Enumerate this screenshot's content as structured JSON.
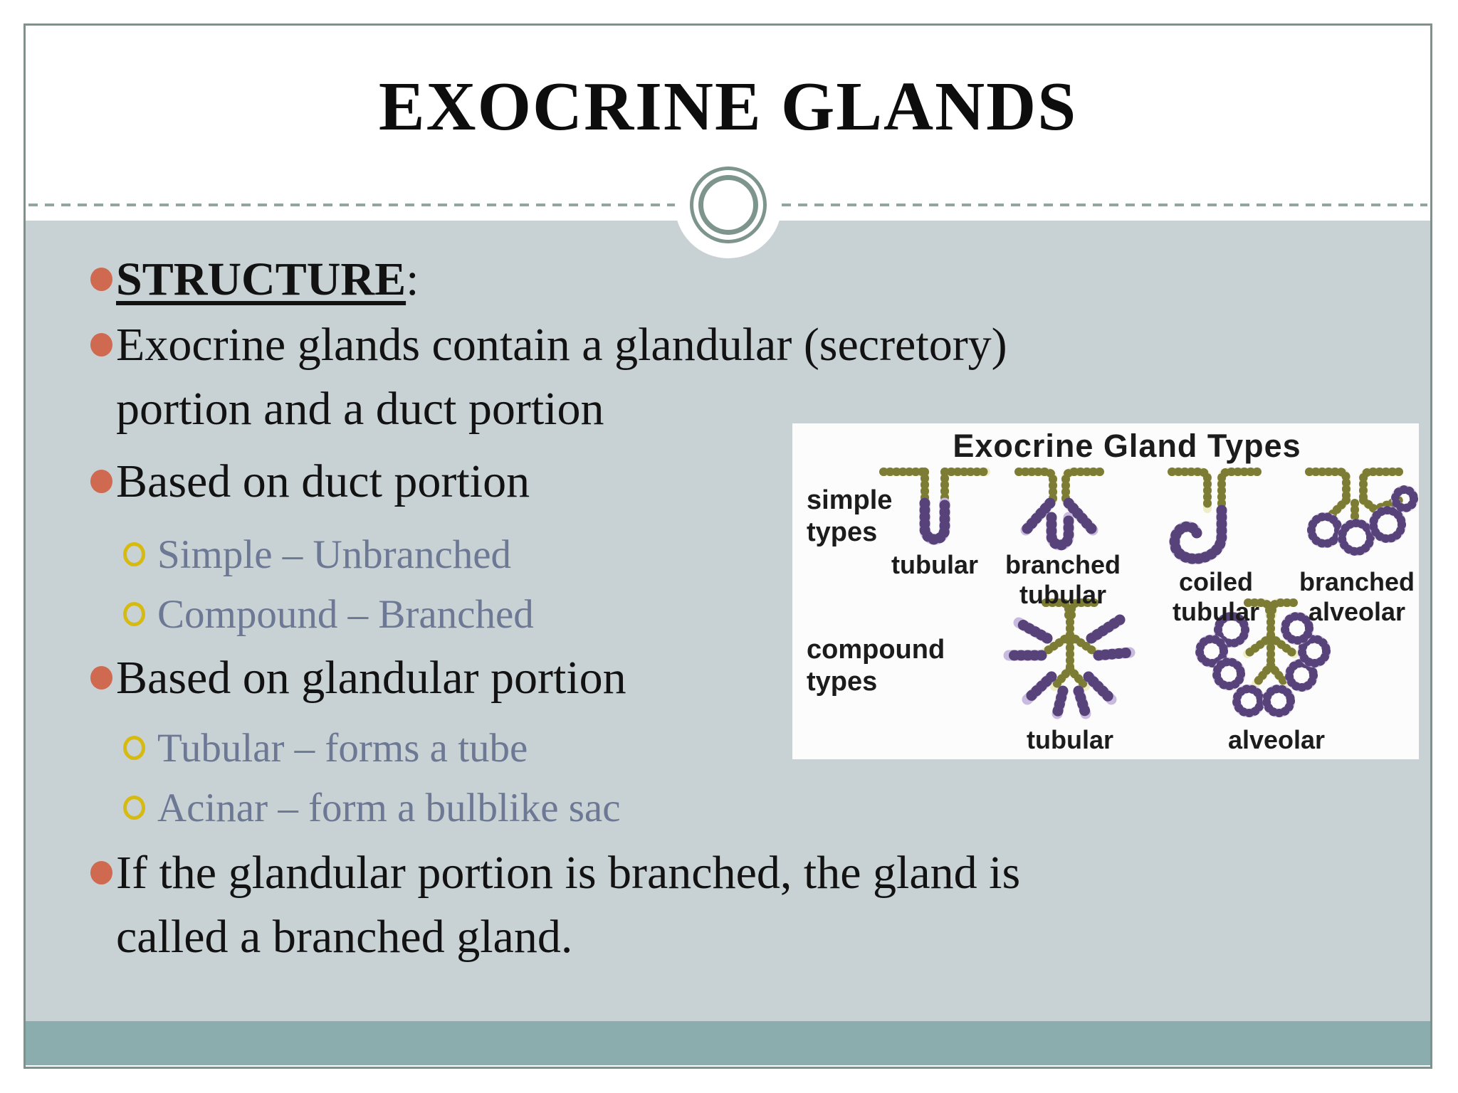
{
  "slide": {
    "title": "EXOCRINE GLANDS",
    "bullets": [
      {
        "level": 1,
        "text": "STRUCTURE",
        "suffix": ":"
      },
      {
        "level": 1,
        "lines": [
          "Exocrine glands contain a glandular (secretory)",
          "portion and a duct portion"
        ]
      },
      {
        "level": 1,
        "text": "Based on duct portion"
      },
      {
        "level": 2,
        "text": "Simple – Unbranched"
      },
      {
        "level": 2,
        "text": "Compound – Branched"
      },
      {
        "level": 1,
        "text": "Based on glandular portion"
      },
      {
        "level": 2,
        "text": "Tubular – forms a tube"
      },
      {
        "level": 2,
        "text": "Acinar – form a bulblike sac"
      },
      {
        "level": 1,
        "lines": [
          "If the glandular portion is branched, the gland is",
          "called a branched gland."
        ]
      }
    ],
    "figure": {
      "title": "Exocrine Gland Types",
      "simple_row_label": "simple types",
      "compound_row_label": "compound types",
      "simple_labels": [
        "tubular",
        "branched tubular",
        "coiled tubular",
        "branched alveolar"
      ],
      "compound_labels": [
        "tubular",
        "alveolar"
      ]
    },
    "colors": {
      "title_text": "#0d0d0d",
      "body_text": "#121212",
      "sub_text": "#6c7894",
      "bullet_dot": "#cf6950",
      "sub_bullet_ring": "#d7ba10",
      "body_background": "#c8d1d4",
      "footer_band": "#8badad",
      "frame_border": "#7c938c",
      "ornament_ring": "#7d958d",
      "figure_duct_cells": "#7d7c35",
      "figure_secretory_cells": "#57427a"
    }
  }
}
